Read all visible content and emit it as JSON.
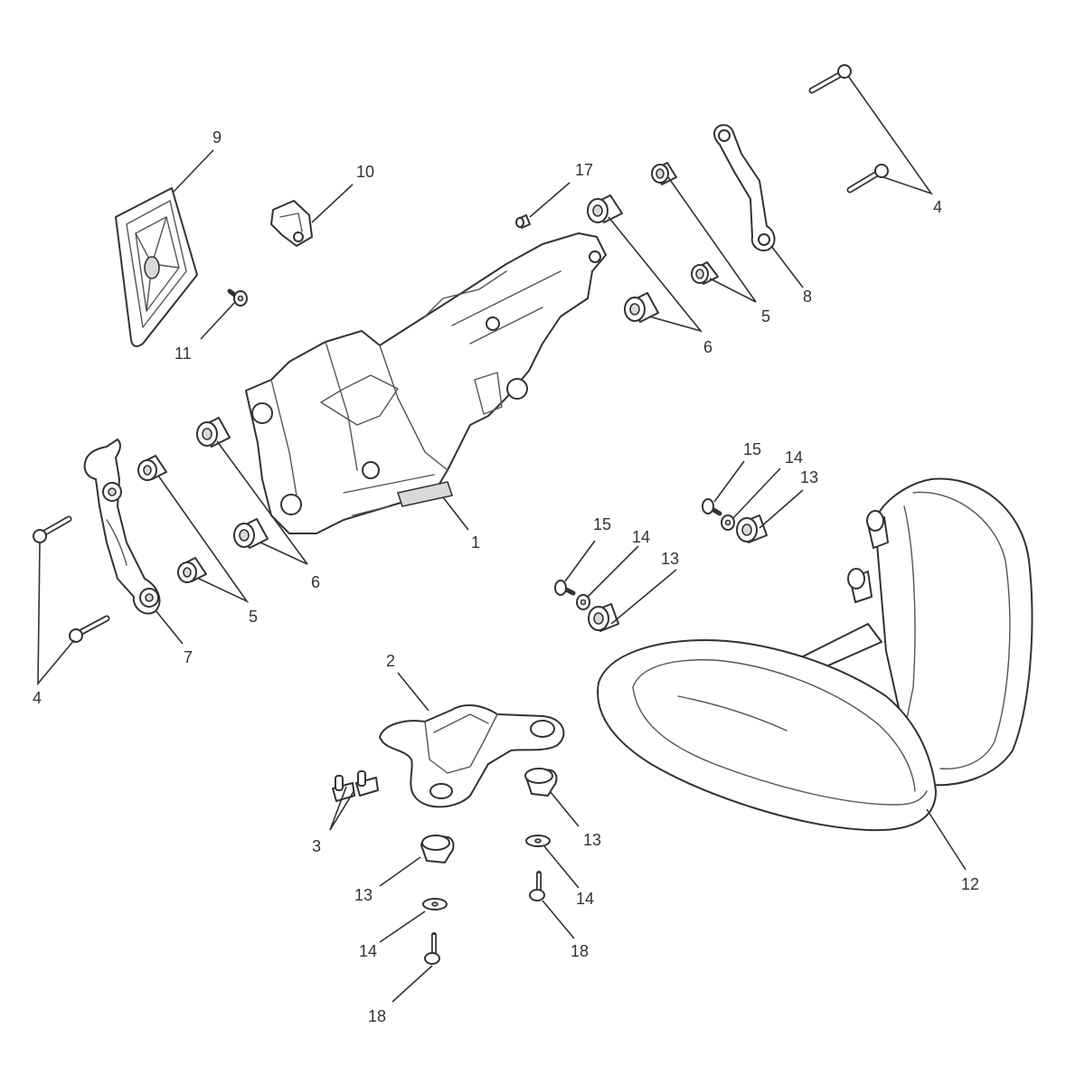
{
  "diagram": {
    "callouts": [
      {
        "id": "c1",
        "label": "1"
      },
      {
        "id": "c2",
        "label": "2"
      },
      {
        "id": "c3",
        "label": "3"
      },
      {
        "id": "c4a",
        "label": "4"
      },
      {
        "id": "c4b",
        "label": "4"
      },
      {
        "id": "c5a",
        "label": "5"
      },
      {
        "id": "c5b",
        "label": "5"
      },
      {
        "id": "c6a",
        "label": "6"
      },
      {
        "id": "c6b",
        "label": "6"
      },
      {
        "id": "c7",
        "label": "7"
      },
      {
        "id": "c8",
        "label": "8"
      },
      {
        "id": "c9",
        "label": "9"
      },
      {
        "id": "c10",
        "label": "10"
      },
      {
        "id": "c11",
        "label": "11"
      },
      {
        "id": "c12",
        "label": "12"
      },
      {
        "id": "c13a",
        "label": "13"
      },
      {
        "id": "c13b",
        "label": "13"
      },
      {
        "id": "c13c",
        "label": "13"
      },
      {
        "id": "c13d",
        "label": "13"
      },
      {
        "id": "c14a",
        "label": "14"
      },
      {
        "id": "c14b",
        "label": "14"
      },
      {
        "id": "c14c",
        "label": "14"
      },
      {
        "id": "c14d",
        "label": "14"
      },
      {
        "id": "c15a",
        "label": "15"
      },
      {
        "id": "c15b",
        "label": "15"
      },
      {
        "id": "c17",
        "label": "17"
      },
      {
        "id": "c18a",
        "label": "18"
      },
      {
        "id": "c18b",
        "label": "18"
      }
    ]
  }
}
